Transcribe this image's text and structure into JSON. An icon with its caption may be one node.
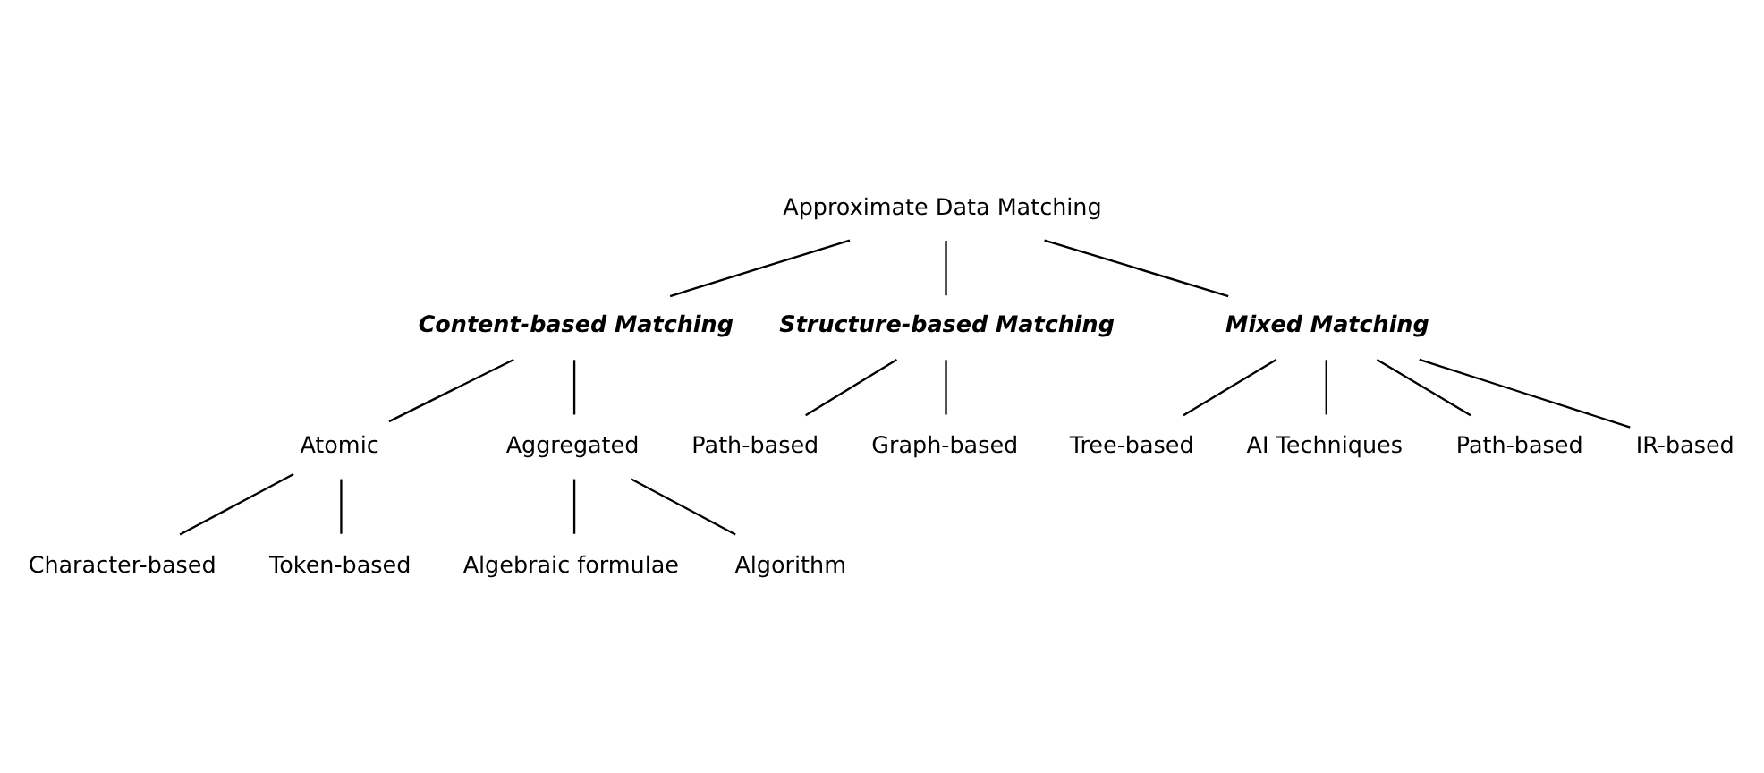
{
  "diagram": {
    "nodes": [
      {
        "text": [
          "Approximate Data Matching"
        ]
      },
      {
        "text": [
          "Content-based Matching"
        ]
      },
      {
        "text": [
          "Structure-based Matching"
        ]
      },
      {
        "text": [
          "Mixed Matching"
        ]
      },
      {
        "text": [
          "Atomic"
        ]
      },
      {
        "text": [
          "Aggregated"
        ]
      },
      {
        "text": [
          "Path-based"
        ]
      },
      {
        "text": [
          "Graph-based"
        ]
      },
      {
        "text": [
          "Character-based"
        ]
      },
      {
        "text": [
          "Token-based"
        ]
      },
      {
        "text": [
          "Algebraic formulae"
        ]
      },
      {
        "text": [
          "Algorithm"
        ]
      },
      {
        "text": [
          "Tree-based"
        ]
      },
      {
        "text": [
          "AI Techniques"
        ]
      },
      {
        "text": [
          "Path-based"
        ]
      },
      {
        "text": [
          "IR-based"
        ]
      }
    ],
    "edges": [
      {
        "from": 0,
        "to": 1,
        "arrow": "none"
      },
      {
        "from": 0,
        "to": 2,
        "arrow": "none"
      },
      {
        "from": 0,
        "to": 3,
        "arrow": "none"
      },
      {
        "from": 1,
        "to": 4,
        "arrow": "none"
      },
      {
        "from": 1,
        "to": 5,
        "arrow": "none"
      },
      {
        "from": 2,
        "to": 6,
        "arrow": "none"
      },
      {
        "from": 2,
        "to": 7,
        "arrow": "none"
      },
      {
        "from": 4,
        "to": 8,
        "arrow": "none"
      },
      {
        "from": 4,
        "to": 9,
        "arrow": "none"
      },
      {
        "from": 5,
        "to": 10,
        "arrow": "none"
      },
      {
        "from": 5,
        "to": 11,
        "arrow": "none"
      },
      {
        "from": 3,
        "to": 12,
        "arrow": "none"
      },
      {
        "from": 3,
        "to": 13,
        "arrow": "none"
      },
      {
        "from": 3,
        "to": 14,
        "arrow": "none"
      },
      {
        "from": 3,
        "to": 15,
        "arrow": "none"
      }
    ]
  }
}
